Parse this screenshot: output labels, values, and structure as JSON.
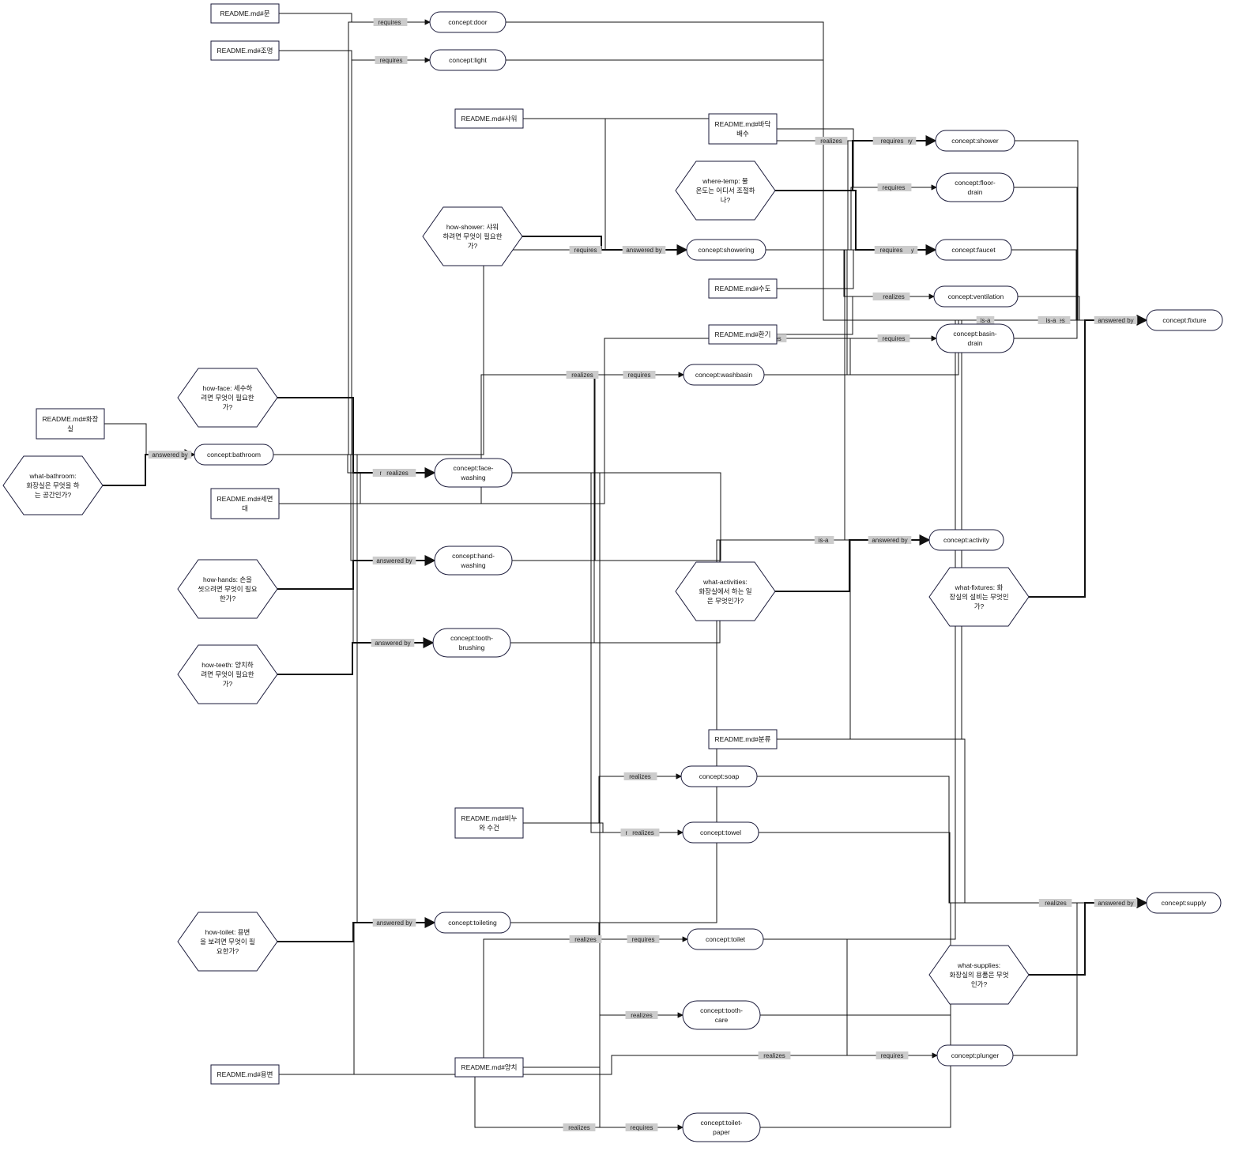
{
  "nodes": {
    "readme_door": {
      "label": "README.md#문"
    },
    "readme_light": {
      "label": "README.md#조명"
    },
    "readme_shower": {
      "label": "README.md#샤워"
    },
    "readme_floor": {
      "label": "README.md#바닥 배수"
    },
    "readme_water": {
      "label": "README.md#수도"
    },
    "readme_vent": {
      "label": "README.md#환기"
    },
    "readme_bathroom": {
      "label": "README.md#화장실"
    },
    "readme_sink": {
      "label": "README.md#세면대"
    },
    "readme_class": {
      "label": "README.md#분류"
    },
    "readme_soap": {
      "label": "README.md#비누와 수건"
    },
    "readme_teeth": {
      "label": "README.md#양치"
    },
    "readme_toilet": {
      "label": "README.md#용변"
    },
    "c_door": {
      "label": "concept:door"
    },
    "c_light": {
      "label": "concept:light"
    },
    "c_shower": {
      "label": "concept:shower"
    },
    "c_floor": {
      "label": "concept:floor-drain"
    },
    "c_faucet": {
      "label": "concept:faucet"
    },
    "c_vent": {
      "label": "concept:ventilation"
    },
    "c_basin": {
      "label": "concept:basin-drain"
    },
    "c_fixture": {
      "label": "concept:fixture"
    },
    "c_showering": {
      "label": "concept:showering"
    },
    "c_washbasin": {
      "label": "concept:washbasin"
    },
    "c_bathroom": {
      "label": "concept:bathroom"
    },
    "c_face": {
      "label": "concept:face-washing"
    },
    "c_hand": {
      "label": "concept:hand-washing"
    },
    "c_tooth": {
      "label": "concept:tooth-brushing"
    },
    "c_activity": {
      "label": "concept:activity"
    },
    "c_soap": {
      "label": "concept:soap"
    },
    "c_towel": {
      "label": "concept:towel"
    },
    "c_toileting": {
      "label": "concept:toileting"
    },
    "c_toilet": {
      "label": "concept:toilet"
    },
    "c_toothcare": {
      "label": "concept:tooth-care"
    },
    "c_plunger": {
      "label": "concept:plunger"
    },
    "c_paper": {
      "label": "concept:toilet-paper"
    },
    "c_supply": {
      "label": "concept:supply"
    },
    "q_where": {
      "label": "where-temp: 물 온도는 어디서 조절하나?"
    },
    "q_shower": {
      "label": "how-shower: 샤워하려면 무엇이 필요한가?"
    },
    "q_face": {
      "label": "how-face: 세수하려면 무엇이 필요한가?"
    },
    "q_bathroom": {
      "label": "what-bathroom: 화장실은 무엇을 하는 공간인가?"
    },
    "q_hands": {
      "label": "how-hands: 손을 씻으려면 무엇이 필요한가?"
    },
    "q_teeth": {
      "label": "how-teeth: 양치하려면 무엇이 필요한가?"
    },
    "q_activities": {
      "label": "what-activities: 화장실에서 하는 일은 무엇인가?"
    },
    "q_fixtures": {
      "label": "what-fixtures: 화장실의 설비는 무엇인가?"
    },
    "q_toilet": {
      "label": "how-toilet: 용변을 보려면 무엇이 필요한가?"
    },
    "q_supplies": {
      "label": "what-supplies: 화장실의 용품은 무엇인가?"
    }
  },
  "edge_labels": {
    "realizes": "realizes",
    "requires": "requires",
    "answered_by": "answered by",
    "is_a": "is-a"
  },
  "edges": [
    {
      "from": "readme_door",
      "to": "c_door",
      "kind": "realizes"
    },
    {
      "from": "c_bathroom",
      "to": "c_door",
      "kind": "requires"
    },
    {
      "from": "readme_light",
      "to": "c_light",
      "kind": "realizes"
    },
    {
      "from": "c_bathroom",
      "to": "c_light",
      "kind": "requires"
    },
    {
      "from": "c_door",
      "to": "c_fixture",
      "kind": "is_a"
    },
    {
      "from": "c_light",
      "to": "c_fixture",
      "kind": "is_a"
    },
    {
      "from": "readme_shower",
      "to": "c_shower",
      "kind": "realizes"
    },
    {
      "from": "readme_shower",
      "to": "c_showering",
      "kind": "realizes"
    },
    {
      "from": "q_where",
      "to": "c_shower",
      "kind": "answered_by"
    },
    {
      "from": "q_where",
      "to": "c_faucet",
      "kind": "answered_by"
    },
    {
      "from": "c_showering",
      "to": "c_shower",
      "kind": "requires"
    },
    {
      "from": "readme_floor",
      "to": "c_floor",
      "kind": "realizes"
    },
    {
      "from": "c_showering",
      "to": "c_floor",
      "kind": "requires"
    },
    {
      "from": "readme_water",
      "to": "c_faucet",
      "kind": "realizes"
    },
    {
      "from": "c_showering",
      "to": "c_faucet",
      "kind": "requires"
    },
    {
      "from": "c_washbasin",
      "to": "c_faucet",
      "kind": "requires"
    },
    {
      "from": "c_showering",
      "to": "c_vent",
      "kind": "requires"
    },
    {
      "from": "readme_vent",
      "to": "c_vent",
      "kind": "realizes"
    },
    {
      "from": "readme_sink",
      "to": "c_basin",
      "kind": "realizes"
    },
    {
      "from": "c_washbasin",
      "to": "c_basin",
      "kind": "requires"
    },
    {
      "from": "c_shower",
      "to": "c_fixture",
      "kind": "is_a"
    },
    {
      "from": "c_floor",
      "to": "c_fixture",
      "kind": "is_a"
    },
    {
      "from": "c_faucet",
      "to": "c_fixture",
      "kind": "is_a"
    },
    {
      "from": "c_vent",
      "to": "c_fixture",
      "kind": "is_a"
    },
    {
      "from": "c_basin",
      "to": "c_fixture",
      "kind": "is_a"
    },
    {
      "from": "c_washbasin",
      "to": "c_fixture",
      "kind": "is_a"
    },
    {
      "from": "q_shower",
      "to": "c_showering",
      "kind": "answered_by"
    },
    {
      "from": "c_bathroom",
      "to": "c_showering",
      "kind": "requires"
    },
    {
      "from": "readme_sink",
      "to": "c_washbasin",
      "kind": "realizes"
    },
    {
      "from": "c_face",
      "to": "c_washbasin",
      "kind": "requires"
    },
    {
      "from": "c_hand",
      "to": "c_washbasin",
      "kind": "requires"
    },
    {
      "from": "c_tooth",
      "to": "c_washbasin",
      "kind": "requires"
    },
    {
      "from": "readme_bathroom",
      "to": "c_bathroom",
      "kind": "realizes"
    },
    {
      "from": "q_bathroom",
      "to": "c_bathroom",
      "kind": "answered_by"
    },
    {
      "from": "q_face",
      "to": "c_face",
      "kind": "answered_by"
    },
    {
      "from": "c_bathroom",
      "to": "c_face",
      "kind": "requires"
    },
    {
      "from": "readme_sink",
      "to": "c_face",
      "kind": "realizes"
    },
    {
      "from": "c_bathroom",
      "to": "c_hand",
      "kind": "requires"
    },
    {
      "from": "readme_sink",
      "to": "c_hand",
      "kind": "realizes"
    },
    {
      "from": "q_hands",
      "to": "c_hand",
      "kind": "answered_by"
    },
    {
      "from": "c_bathroom",
      "to": "c_tooth",
      "kind": "requires"
    },
    {
      "from": "readme_sink",
      "to": "c_tooth",
      "kind": "realizes"
    },
    {
      "from": "q_teeth",
      "to": "c_tooth",
      "kind": "answered_by"
    },
    {
      "from": "c_face",
      "to": "c_activity",
      "kind": "is_a"
    },
    {
      "from": "c_hand",
      "to": "c_activity",
      "kind": "is_a"
    },
    {
      "from": "c_tooth",
      "to": "c_activity",
      "kind": "is_a"
    },
    {
      "from": "c_toileting",
      "to": "c_activity",
      "kind": "is_a"
    },
    {
      "from": "c_showering",
      "to": "c_activity",
      "kind": "is_a"
    },
    {
      "from": "readme_class",
      "to": "c_activity",
      "kind": "realizes"
    },
    {
      "from": "q_activities",
      "to": "c_activity",
      "kind": "answered_by"
    },
    {
      "from": "q_fixtures",
      "to": "c_fixture",
      "kind": "answered_by"
    },
    {
      "from": "readme_class",
      "to": "c_fixture",
      "kind": "realizes"
    },
    {
      "from": "c_face",
      "to": "c_soap",
      "kind": "requires"
    },
    {
      "from": "c_hand",
      "to": "c_soap",
      "kind": "requires"
    },
    {
      "from": "readme_soap",
      "to": "c_soap",
      "kind": "realizes"
    },
    {
      "from": "c_face",
      "to": "c_towel",
      "kind": "requires"
    },
    {
      "from": "c_hand",
      "to": "c_towel",
      "kind": "requires"
    },
    {
      "from": "readme_soap",
      "to": "c_towel",
      "kind": "realizes"
    },
    {
      "from": "c_bathroom",
      "to": "c_toileting",
      "kind": "requires"
    },
    {
      "from": "readme_toilet",
      "to": "c_toileting",
      "kind": "realizes"
    },
    {
      "from": "q_toilet",
      "to": "c_toileting",
      "kind": "answered_by"
    },
    {
      "from": "c_toileting",
      "to": "c_toilet",
      "kind": "requires"
    },
    {
      "from": "readme_toilet",
      "to": "c_toilet",
      "kind": "realizes"
    },
    {
      "from": "c_tooth",
      "to": "c_toothcare",
      "kind": "requires"
    },
    {
      "from": "readme_teeth",
      "to": "c_toothcare",
      "kind": "realizes"
    },
    {
      "from": "c_toilet",
      "to": "c_plunger",
      "kind": "requires"
    },
    {
      "from": "readme_toilet",
      "to": "c_plunger",
      "kind": "realizes"
    },
    {
      "from": "c_toileting",
      "to": "c_paper",
      "kind": "requires"
    },
    {
      "from": "readme_toilet",
      "to": "c_paper",
      "kind": "realizes"
    },
    {
      "from": "c_soap",
      "to": "c_supply",
      "kind": "is_a"
    },
    {
      "from": "c_towel",
      "to": "c_supply",
      "kind": "is_a"
    },
    {
      "from": "c_toilet",
      "to": "c_fixture",
      "kind": "is_a"
    },
    {
      "from": "c_toothcare",
      "to": "c_supply",
      "kind": "is_a"
    },
    {
      "from": "c_plunger",
      "to": "c_supply",
      "kind": "is_a"
    },
    {
      "from": "c_paper",
      "to": "c_supply",
      "kind": "is_a"
    },
    {
      "from": "readme_class",
      "to": "c_supply",
      "kind": "realizes"
    },
    {
      "from": "q_supplies",
      "to": "c_supply",
      "kind": "answered_by"
    }
  ]
}
